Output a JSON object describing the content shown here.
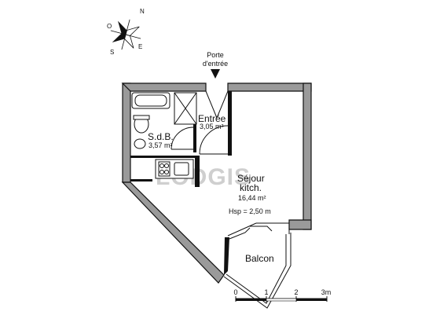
{
  "compass": {
    "n": "N",
    "e": "E",
    "s": "S",
    "w": "O"
  },
  "entrance_label": {
    "line1": "Porte",
    "line2": "d'entrée"
  },
  "rooms": {
    "entree": {
      "name": "Entrée",
      "area": "3,05 m²"
    },
    "sdb": {
      "name": "S.d.B.",
      "area": "3,57 m²"
    },
    "sejour": {
      "name_line1": "Séjour",
      "name_line2": "kitch.",
      "area": "16,44 m²",
      "height": "Hsp = 2,50 m"
    },
    "balcon": {
      "name": "Balcon"
    }
  },
  "watermark": "LODGIS",
  "scale": {
    "ticks": [
      "0",
      "1",
      "2",
      "3m"
    ]
  }
}
